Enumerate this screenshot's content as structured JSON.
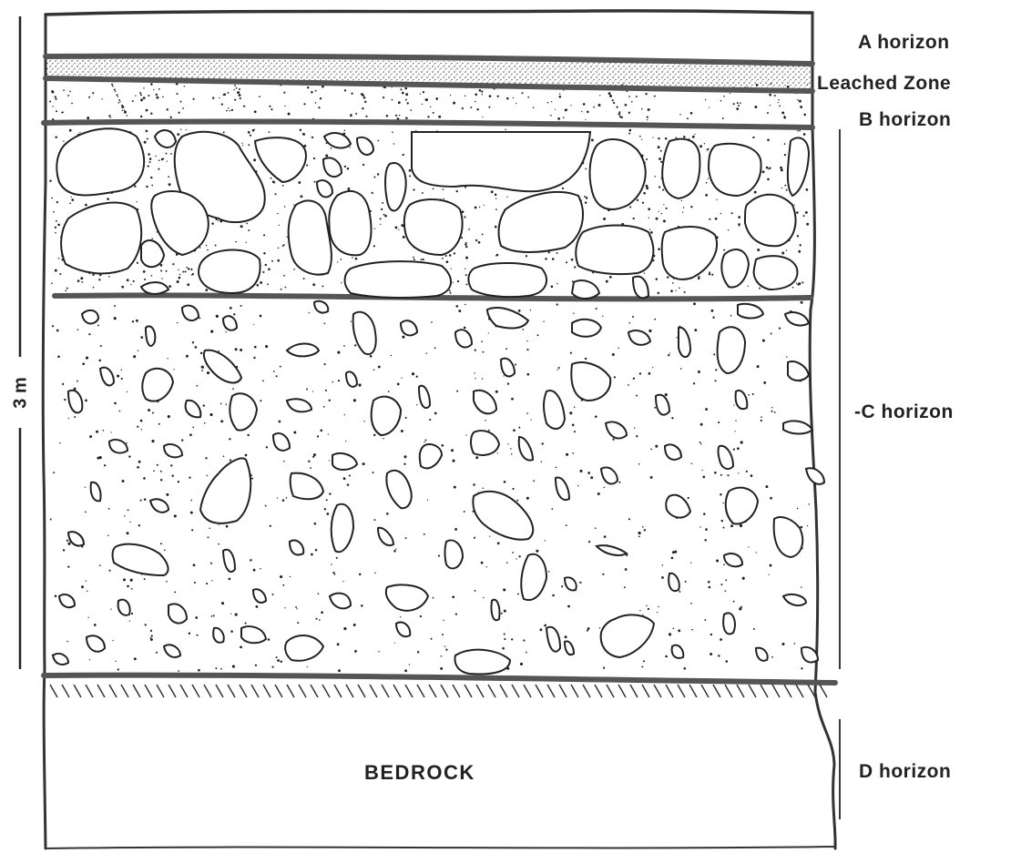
{
  "labels": {
    "a_horizon": "A horizon",
    "leached_zone": "Leached  Zone",
    "b_horizon": "B horizon",
    "c_horizon": "-C horizon",
    "d_horizon": "D horizon",
    "bedrock": "BEDROCK",
    "scale": "3 m"
  },
  "colors": {
    "ink": "#222222",
    "boundary": "#555555"
  }
}
